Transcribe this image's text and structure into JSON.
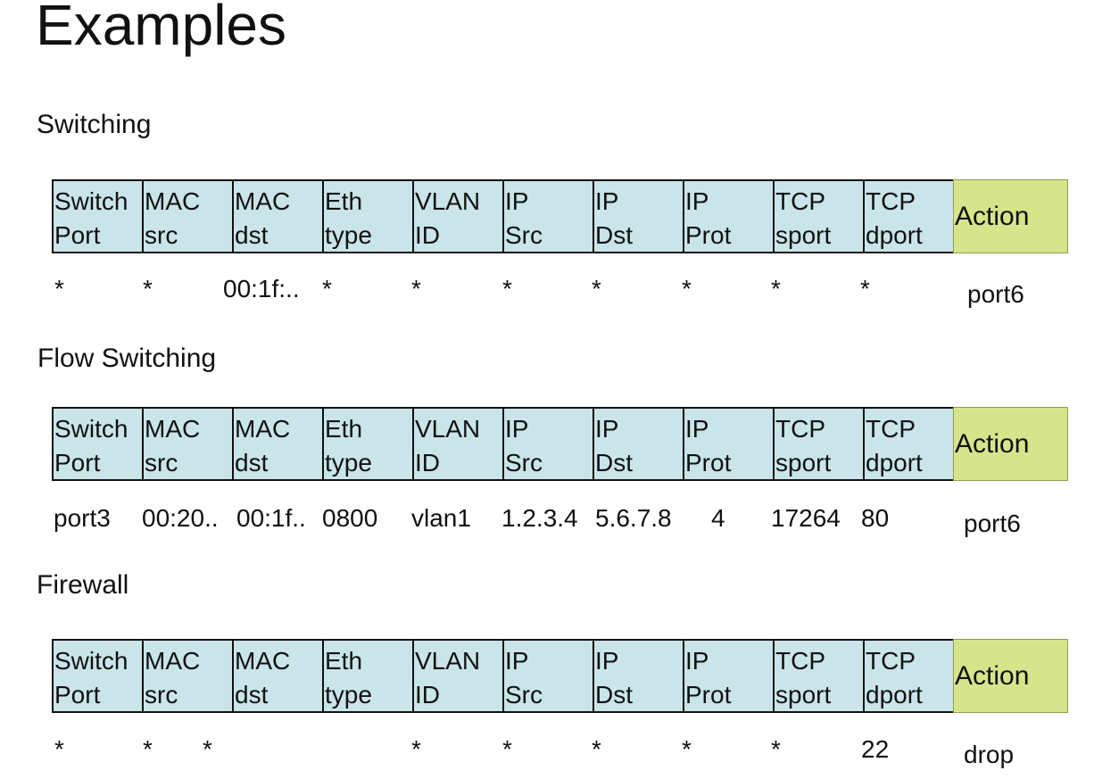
{
  "title": "Examples",
  "sections": [
    {
      "label": "Switching",
      "headers": [
        [
          "Switch",
          "Port"
        ],
        [
          "MAC",
          "src"
        ],
        [
          "MAC",
          "dst"
        ],
        [
          "Eth",
          "type"
        ],
        [
          "VLAN",
          "ID"
        ],
        [
          "IP",
          "Src"
        ],
        [
          "IP",
          "Dst"
        ],
        [
          "IP",
          "Prot"
        ],
        [
          "TCP",
          "sport"
        ],
        [
          "TCP",
          "dport"
        ],
        [
          "Action",
          ""
        ]
      ],
      "values": [
        "*",
        "*",
        "00:1f:..",
        "*",
        "*",
        "*",
        "*",
        "*",
        "*",
        "*",
        "port6"
      ]
    },
    {
      "label": "Flow Switching",
      "headers": [
        [
          "Switch",
          "Port"
        ],
        [
          "MAC",
          "src"
        ],
        [
          "MAC",
          "dst"
        ],
        [
          "Eth",
          "type"
        ],
        [
          "VLAN",
          "ID"
        ],
        [
          "IP",
          "Src"
        ],
        [
          "IP",
          "Dst"
        ],
        [
          "IP",
          "Prot"
        ],
        [
          "TCP",
          "sport"
        ],
        [
          "TCP",
          "dport"
        ],
        [
          "Action",
          ""
        ]
      ],
      "values": [
        "port3",
        "00:20..",
        "00:1f..",
        "0800",
        "vlan1",
        "1.2.3.4",
        "5.6.7.8",
        "4",
        "17264",
        "80",
        "port6"
      ]
    },
    {
      "label": "Firewall",
      "headers": [
        [
          "Switch",
          "Port"
        ],
        [
          "MAC",
          "src"
        ],
        [
          "MAC",
          "dst"
        ],
        [
          "Eth",
          "type"
        ],
        [
          "VLAN",
          "ID"
        ],
        [
          "IP",
          "Src"
        ],
        [
          "IP",
          "Dst"
        ],
        [
          "IP",
          "Prot"
        ],
        [
          "TCP",
          "sport"
        ],
        [
          "TCP",
          "dport"
        ],
        [
          "Action",
          ""
        ]
      ],
      "values": [
        "*",
        "*",
        "*",
        "",
        "*",
        "*",
        "*",
        "*",
        "*",
        "22",
        "drop"
      ]
    }
  ],
  "colors": {
    "header_fill": "#c9e5e9",
    "action_fill": "#d6e58c"
  }
}
